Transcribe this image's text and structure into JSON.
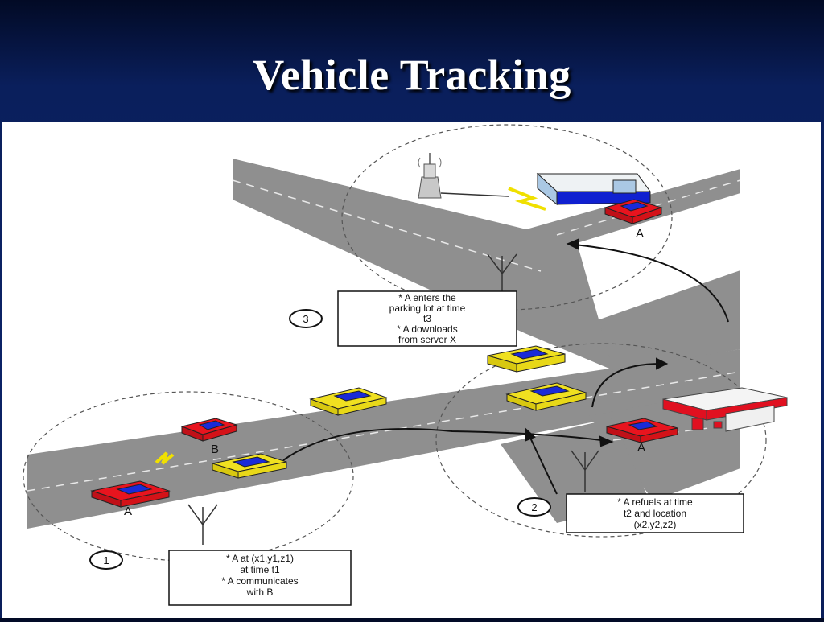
{
  "slide": {
    "title": "Vehicle Tracking"
  },
  "diagram": {
    "zones": [
      {
        "number": "1",
        "lines": [
          "* A at (x1,y1,z1)",
          "at time t1",
          "* A communicates",
          "with B"
        ]
      },
      {
        "number": "2",
        "lines": [
          "* A refuels at time",
          "t2 and location",
          "(x2,y2,z2)"
        ]
      },
      {
        "number": "3",
        "lines": [
          "* A enters the",
          "parking lot at time",
          "t3",
          "* A downloads",
          "from server X"
        ]
      }
    ],
    "vehicle_labels": {
      "a1": "A",
      "b": "B",
      "a2": "A",
      "a3": "A"
    },
    "colors": {
      "road": "#8f8f8f",
      "car_a": "#e8141e",
      "car_other": "#f0e020",
      "car_stripe": "#1a2ad8",
      "building_roof": "#eef2f4",
      "building_stripe": "#1020d0",
      "gas_station": "#e01020",
      "signal": "#f0e000"
    }
  }
}
